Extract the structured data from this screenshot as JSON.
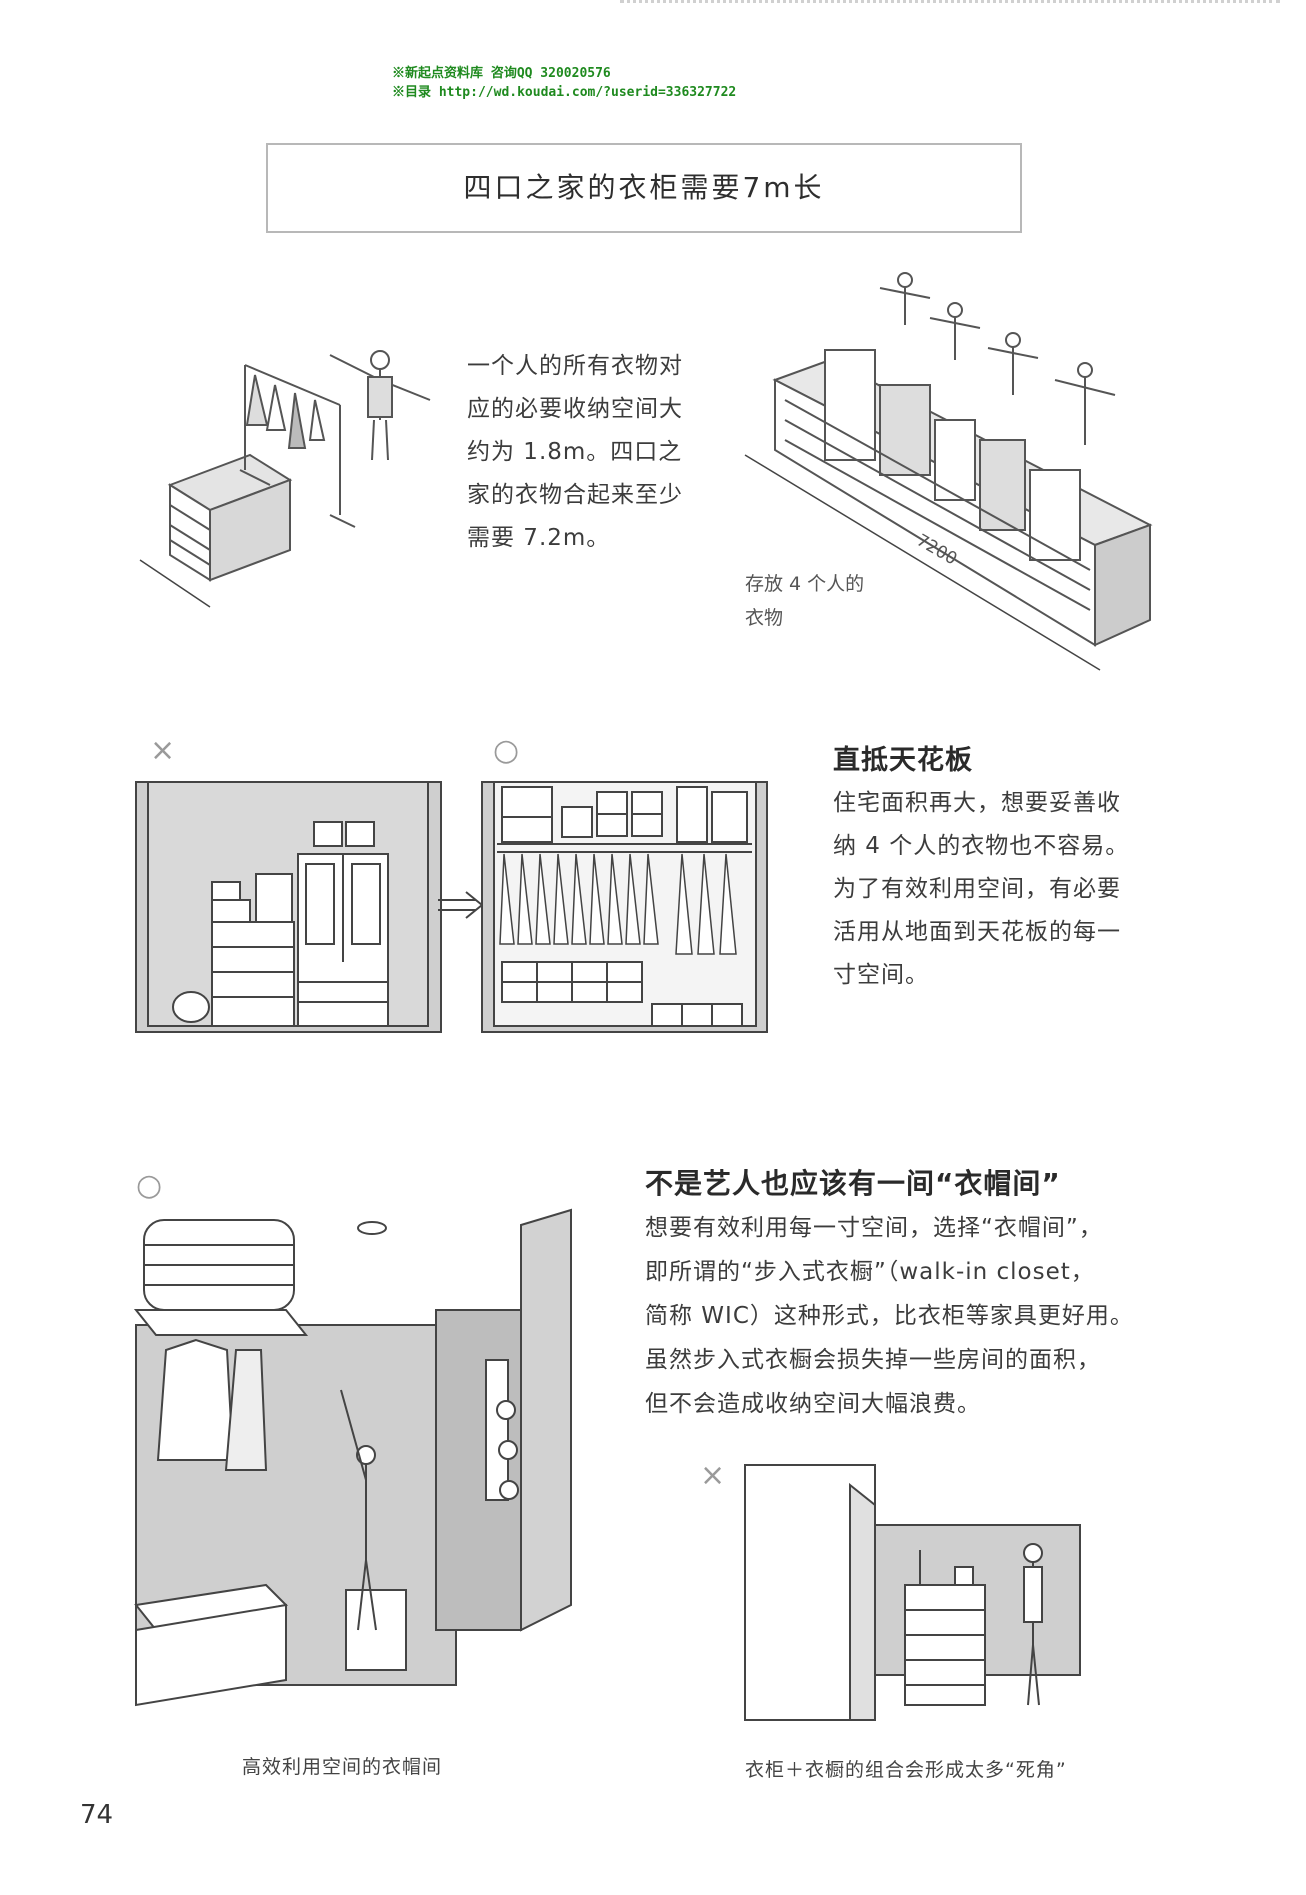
{
  "watermark": {
    "line1": "※新起点资料库 咨询QQ 320020576",
    "line2": "※目录 http://wd.koudai.com/?userid=336327722"
  },
  "title": "四口之家的衣柜需要7m长",
  "intro": {
    "lines": [
      "一个人的所有衣物对",
      "应的必要收纳空间大",
      "约为 1.8m。四口之",
      "家的衣物合起来至少",
      "需要 7.2m。"
    ]
  },
  "storage_note": {
    "lines": [
      "存放 4 个人的",
      "衣物"
    ]
  },
  "dimension_label": "7200",
  "section_ceiling": {
    "bad_mark": "×",
    "good_mark": "○",
    "heading": "直抵天花板",
    "lines": [
      "住宅面积再大，想要妥善收",
      "纳 4 个人的衣物也不容易。",
      "为了有效利用空间，有必要",
      "活用从地面到天花板的每一",
      "寸空间。"
    ]
  },
  "section_wic": {
    "good_mark": "○",
    "bad_mark": "×",
    "heading": "不是艺人也应该有一间“衣帽间”",
    "lines": [
      "想要有效利用每一寸空间，选择“衣帽间”，",
      "即所谓的“步入式衣橱”（walk-in closet，",
      "简称 WIC）这种形式，比衣柜等家具更好用。",
      "虽然步入式衣橱会损失掉一些房间的面积，",
      "但不会造成收纳空间大幅浪费。"
    ],
    "caption_left": "高效利用空间的衣帽间",
    "caption_right": "衣柜＋衣橱的组合会形成太多“死角”"
  },
  "page_number": "74"
}
